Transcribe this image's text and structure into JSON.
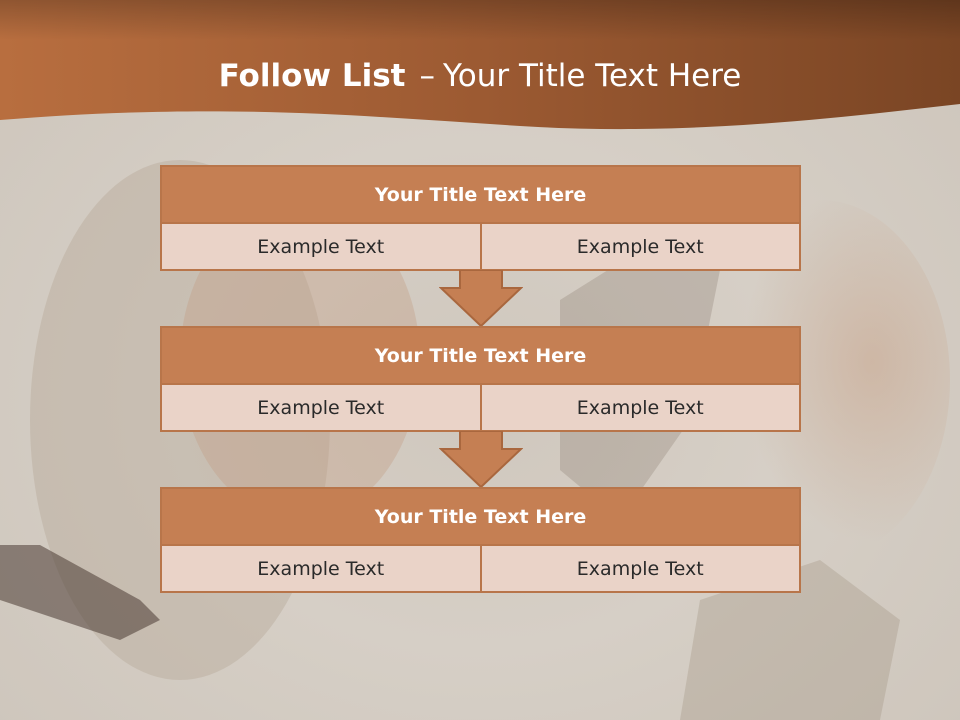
{
  "slide": {
    "title_bold": "Follow List",
    "title_dash": "–",
    "title_rest": "Your Title Text Here"
  },
  "blocks": [
    {
      "title": "Your Title Text Here",
      "cells": [
        "Example Text",
        "Example Text"
      ]
    },
    {
      "title": "Your Title Text Here",
      "cells": [
        "Example Text",
        "Example Text"
      ]
    },
    {
      "title": "Your Title Text Here",
      "cells": [
        "Example Text",
        "Example Text"
      ]
    }
  ],
  "colors": {
    "accent": "#c57f53",
    "accent_border": "#b8754a",
    "cell_bg": "#ead3c8",
    "header_band": "#9c5a32"
  },
  "icons": [
    "down-arrow-icon",
    "down-arrow-icon"
  ]
}
